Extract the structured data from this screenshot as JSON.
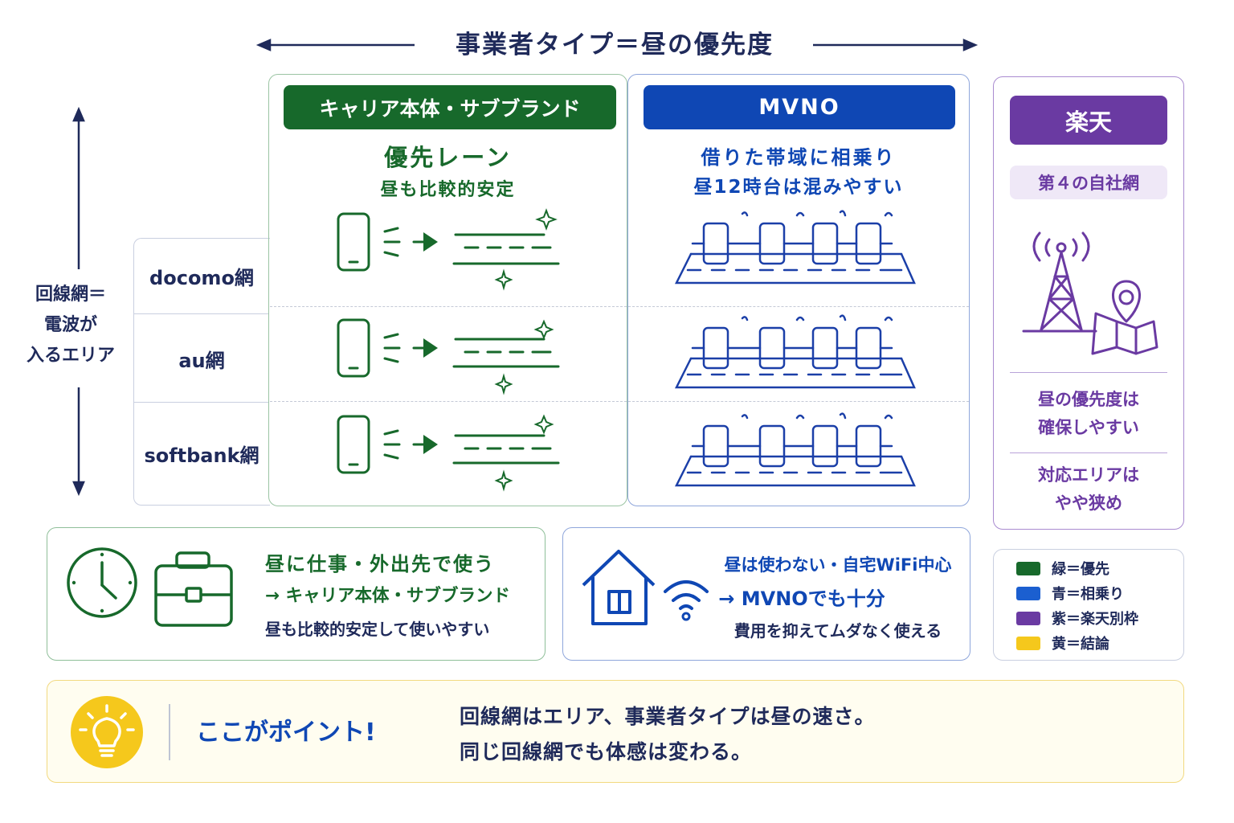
{
  "top_axis": {
    "title": "事業者タイプ＝昼の優先度"
  },
  "left_axis": {
    "lines": [
      "回線網＝",
      "電波が",
      "入るエリア"
    ]
  },
  "networks": [
    "docomo網",
    "au網",
    "softbank網"
  ],
  "carrier_column": {
    "header": "キャリア本体・サブブランド",
    "title": "優先レーン",
    "subtitle": "昼も比較的安定"
  },
  "mvno_column": {
    "header": "MVNO",
    "title": "借りた帯域に相乗り",
    "subtitle": "昼12時台は混みやすい"
  },
  "rakuten_column": {
    "header": "楽天",
    "badge": "第４の自社網",
    "note1": [
      "昼の優先度は",
      "確保しやすい"
    ],
    "note2": [
      "対応エリアは",
      "やや狭め"
    ]
  },
  "bottom_green": {
    "line1": "昼に仕事・外出先で使う",
    "line2": "→ キャリア本体・サブブランド",
    "line3": "昼も比較的安定して使いやすい"
  },
  "bottom_blue": {
    "line1": "昼は使わない・自宅WiFi中心",
    "line2": "→ MVNOでも十分",
    "line3": "費用を抑えてムダなく使える"
  },
  "legend": [
    {
      "label": "緑＝優先",
      "color": "#17692b"
    },
    {
      "label": "青＝相乗り",
      "color": "#1b5fd0"
    },
    {
      "label": "紫＝楽天別枠",
      "color": "#6a3aa2"
    },
    {
      "label": "黄＝結論",
      "color": "#f5c81c"
    }
  ],
  "point": {
    "label": "ここがポイント!",
    "line1": "回線網はエリア、事業者タイプは昼の速さ。",
    "line2": "同じ回線網でも体感は変わる。"
  },
  "colors": {
    "green": "#17692b",
    "blue": "#0f47b4",
    "purple": "#6a3aa2",
    "navy": "#1f2a5a",
    "yellow": "#f5c81c"
  }
}
